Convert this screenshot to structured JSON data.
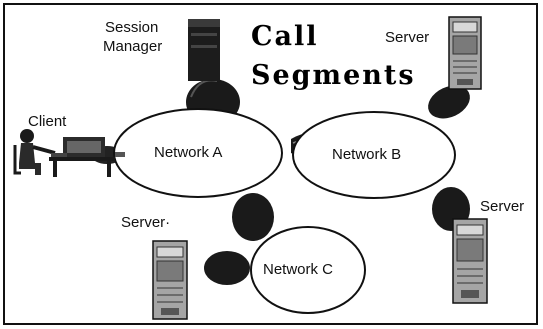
{
  "title": {
    "line1": "Call",
    "line2": "Segments"
  },
  "nodes": {
    "session_manager": {
      "line1": "Session",
      "line2": "Manager"
    },
    "client": "Client",
    "server_top": "Server",
    "server_right": "Server",
    "server_bottom": "Server·"
  },
  "networks": {
    "a": "Network A",
    "b": "Network B",
    "c": "Network C"
  },
  "colors": {
    "ink": "#111111",
    "segment": "#1a1a1a",
    "ellipse_fill": "#ffffff",
    "device_gray": "#9a9a9a"
  }
}
